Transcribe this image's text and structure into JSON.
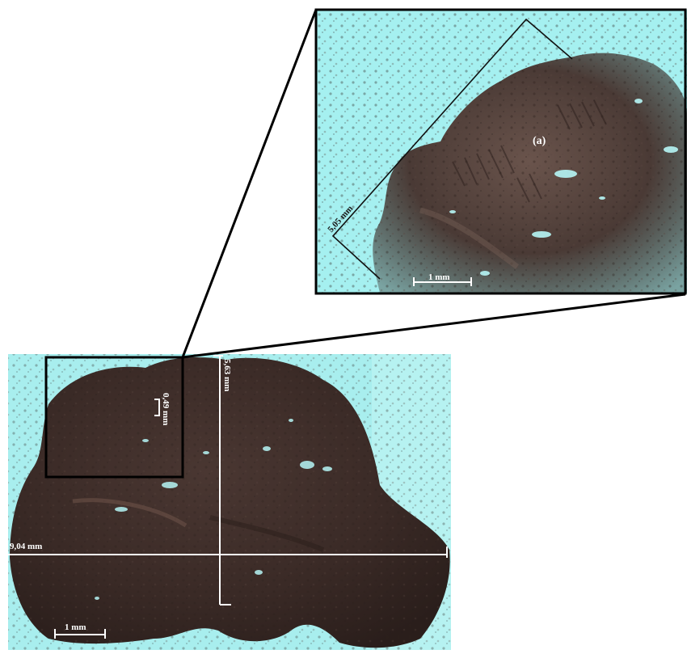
{
  "figure": {
    "main_view": {
      "measure_width": "9,04 mm",
      "measure_height": "5,63 mm",
      "measure_small": "0,49 mm",
      "scale_bar": "1 mm"
    },
    "zoom_view": {
      "region_label": "(a)",
      "measure_diagonal": "5,05 mm",
      "scale_bar": "1 mm"
    },
    "colors": {
      "background_light": "#a5f0f0",
      "rock_dark": "#3a2a26",
      "measure_line_light": "#ffffff",
      "measure_line_dark": "#1a1a1a"
    }
  }
}
